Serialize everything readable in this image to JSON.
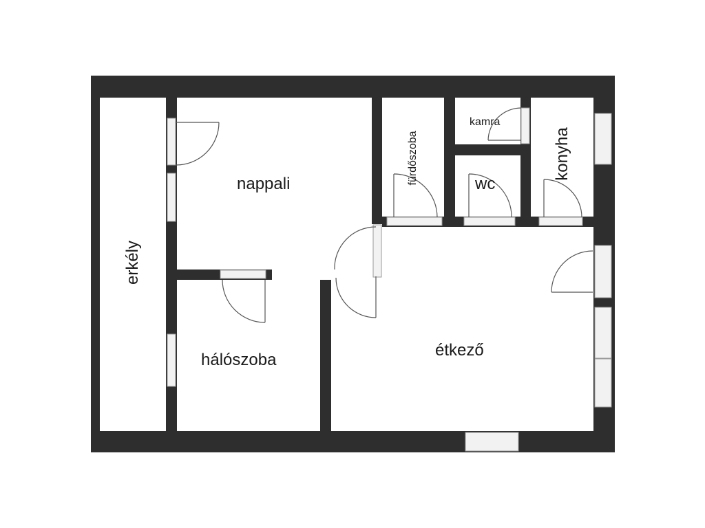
{
  "plan": {
    "wall_color": "#2e2e2e",
    "floor_color": "#ffffff",
    "window_color": "#f2f2f2",
    "rooms": {
      "nappali": "nappali",
      "erkely": "erkély",
      "halo": "hálószoba",
      "etkezo": "étkező",
      "furdo": "fürdőszoba",
      "kamra": "kamra",
      "wc": "wc",
      "konyha": "konyha"
    }
  }
}
